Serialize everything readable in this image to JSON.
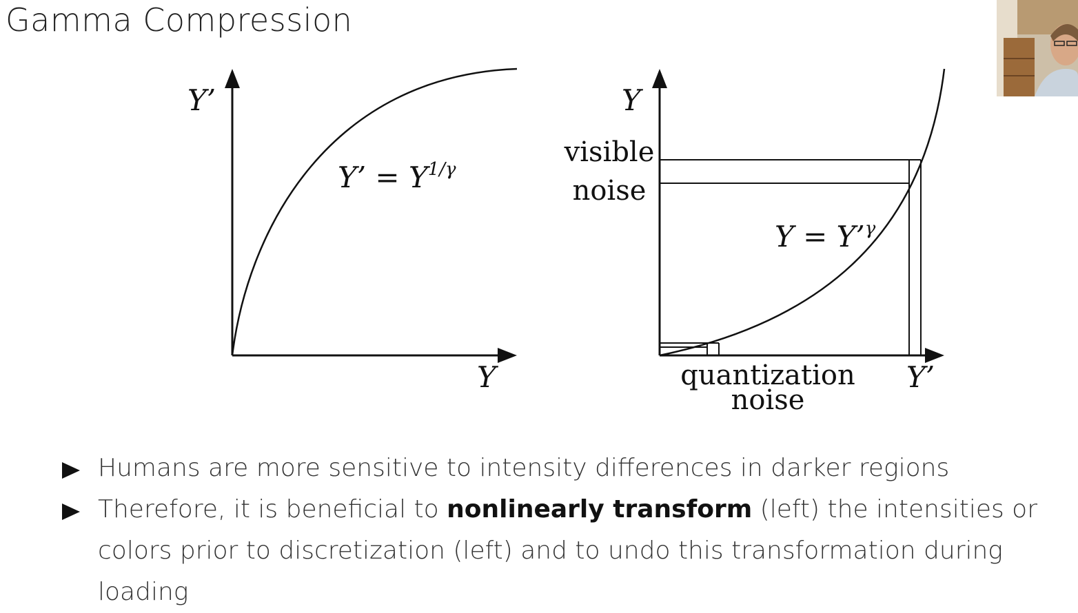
{
  "slide": {
    "title": "Gamma Compression"
  },
  "left_plot": {
    "y_axis_label": "Y’",
    "x_axis_label": "Y",
    "equation_lhs": "Y’ = Y",
    "equation_exp": "1/γ"
  },
  "right_plot": {
    "y_axis_label": "Y",
    "x_axis_label": "Y’",
    "visible_noise_line1": "visible",
    "visible_noise_line2": "noise",
    "quant_noise_line1": "quantization",
    "quant_noise_line2": "noise",
    "equation_lhs": "Y = Y’",
    "equation_exp": "γ"
  },
  "bullets": [
    {
      "text": "Humans are more sensitive to intensity differences in darker regions"
    },
    {
      "text_before": "Therefore, it is beneficial to ",
      "text_bold": "nonlinearly transform",
      "text_after": " (left) the intensities or colors prior to discretization (left) and to undo this transformation during loading"
    }
  ],
  "colors": {
    "text": "#111111",
    "title": "#222222",
    "background": "#ffffff"
  },
  "icons": {
    "bullet_marker": "triangle-right-icon"
  }
}
